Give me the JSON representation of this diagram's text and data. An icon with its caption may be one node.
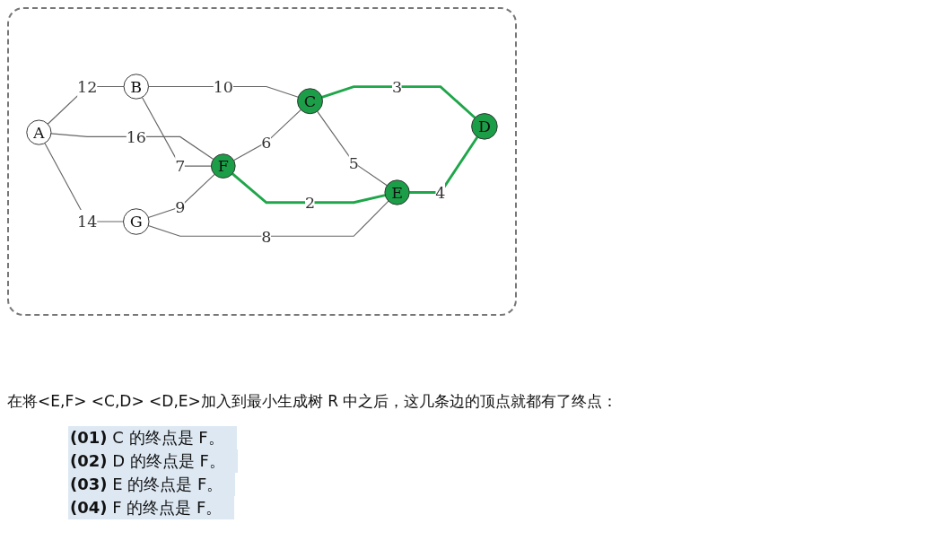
{
  "diagram": {
    "nodes": [
      {
        "text": [
          "B"
        ]
      },
      {
        "text": [
          "C"
        ]
      },
      {
        "text": [
          "A"
        ]
      },
      {
        "text": [
          "F"
        ]
      },
      {
        "text": [
          "D"
        ]
      },
      {
        "text": [
          "G"
        ]
      },
      {
        "text": [
          "E"
        ]
      }
    ],
    "edges": [
      {
        "from": 2,
        "to": 0,
        "arrow": "none",
        "label": "12"
      },
      {
        "from": 0,
        "to": 1,
        "arrow": "none",
        "label": "10"
      },
      {
        "from": 2,
        "to": 3,
        "arrow": "none",
        "label": "16"
      },
      {
        "from": 2,
        "to": 5,
        "arrow": "none",
        "label": "14"
      },
      {
        "from": 0,
        "to": 3,
        "arrow": "none",
        "label": "7"
      },
      {
        "from": 3,
        "to": 1,
        "arrow": "none",
        "label": "6"
      },
      {
        "from": 1,
        "to": 6,
        "arrow": "none",
        "label": "5"
      },
      {
        "from": 1,
        "to": 4,
        "arrow": "none",
        "label": "3",
        "style": "thick",
        "color": "#1fa64a"
      },
      {
        "from": 5,
        "to": 3,
        "arrow": "none",
        "label": "9"
      },
      {
        "from": 3,
        "to": 6,
        "arrow": "none",
        "label": "2",
        "style": "thick",
        "color": "#1fa64a"
      },
      {
        "from": 5,
        "to": 6,
        "arrow": "none",
        "label": "8"
      },
      {
        "from": 6,
        "to": 4,
        "arrow": "none",
        "label": "4",
        "style": "thick",
        "color": "#1fa64a"
      }
    ],
    "labels": [
      "在将<E,F> <C,D> <D,E>加入到最小生成树 R 中之后，这几条边的顶点就都有了终点：",
      "**(01)** C 的终点是 F。",
      "**(02)** D 的终点是 F。",
      "**(03)** E 的终点是 F。",
      "**(04)** F 的终点是 F。"
    ]
  }
}
